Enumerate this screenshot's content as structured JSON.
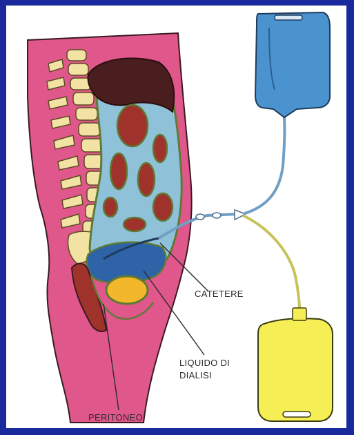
{
  "labels": {
    "catetere": "CATETERE",
    "liquido_line1": "LIQUIDO DI",
    "liquido_line2": "DIALISI",
    "peritoneo": "PERITONEO"
  },
  "colors": {
    "border": "#1a2a9c",
    "body_skin": "#e0578b",
    "spine": "#f2e3a4",
    "organ_dark": "#4a1d1f",
    "organ_red": "#a0322c",
    "peritoneal_fluid": "#8fc2d8",
    "dialysate_dark": "#2e63a8",
    "membrane_green": "#5f7a35",
    "bladder": "#f2b72a",
    "bag_blue": "#4b93cf",
    "bag_yellow": "#f6ee55",
    "tube_blue": "#6f9fc4",
    "tube_yellow": "#c7c25a"
  }
}
